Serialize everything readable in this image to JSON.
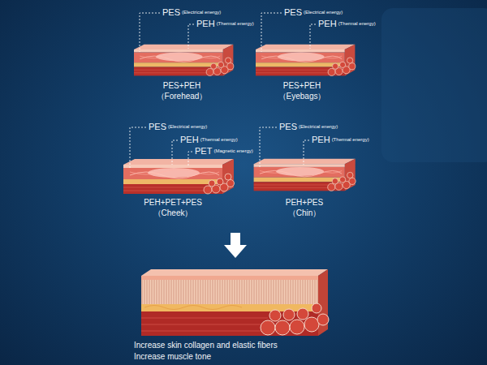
{
  "diagram": {
    "labels": [
      "PES",
      "(Electrical energy)",
      "PEH",
      "(Thermal energy)",
      "PES+PEH",
      "（Forehead）",
      "PES",
      "(Electrical energy)",
      "PEH",
      "(Thermal energy)",
      "PES+PEH",
      "（Eyebags）",
      "PES",
      "(Electrical energy)",
      "PEH",
      "(Thermal energy)",
      "PET",
      "(Magnetic energy)",
      "PEH+PET+PES",
      "（Cheek）",
      "PES",
      "(Electrical energy)",
      "PEH",
      "(Thermal energy)",
      "PEH+PES",
      "（Chin）",
      "Increase skin collagen and elastic fibers",
      "Increase muscle tone"
    ]
  }
}
